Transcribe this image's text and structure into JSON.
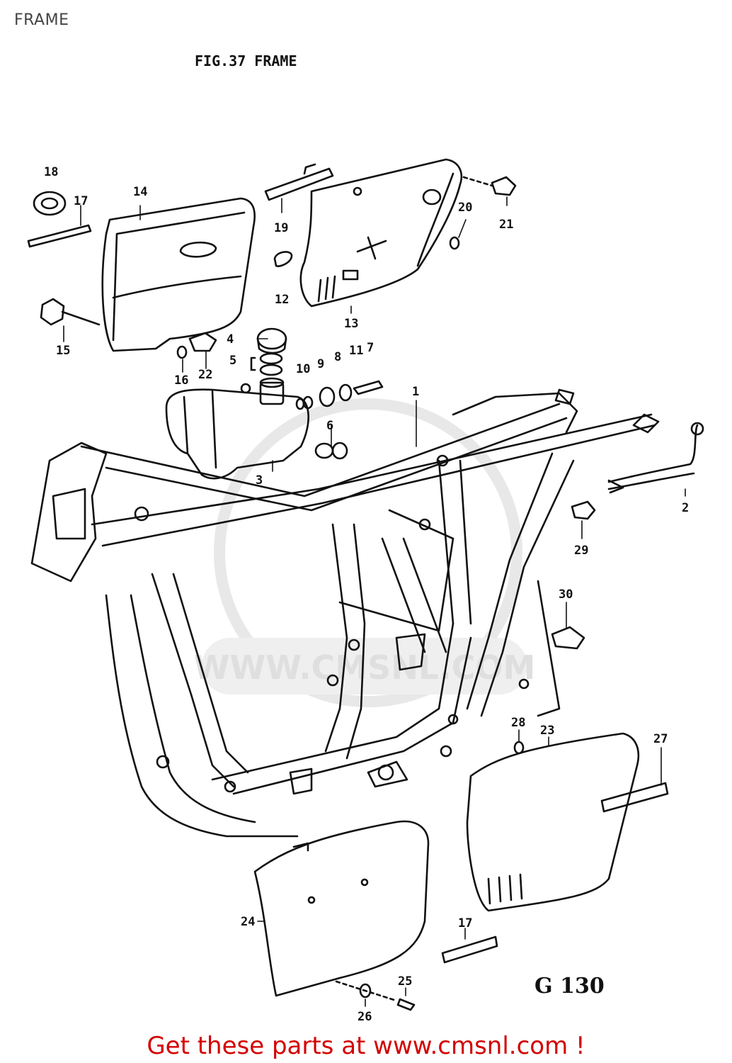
{
  "page": {
    "label": "FRAME"
  },
  "figure": {
    "title": "FIG.37  FRAME",
    "code": "G 130"
  },
  "watermark": {
    "text": "WWW.CMSNL.COM"
  },
  "footer": {
    "link_text": "Get these parts at www.cmsnl.com !"
  },
  "colors": {
    "footer_link": "#d40000",
    "ink": "#111111",
    "watermark": "#dcdcdc"
  },
  "parts": [
    {
      "id": "p1",
      "num": "1"
    },
    {
      "id": "p2",
      "num": "2"
    },
    {
      "id": "p3",
      "num": "3"
    },
    {
      "id": "p4",
      "num": "4"
    },
    {
      "id": "p5",
      "num": "5"
    },
    {
      "id": "p6",
      "num": "6"
    },
    {
      "id": "p7",
      "num": "7"
    },
    {
      "id": "p8",
      "num": "8"
    },
    {
      "id": "p9",
      "num": "9"
    },
    {
      "id": "p10",
      "num": "10"
    },
    {
      "id": "p11",
      "num": "11"
    },
    {
      "id": "p12",
      "num": "12"
    },
    {
      "id": "p13",
      "num": "13"
    },
    {
      "id": "p14",
      "num": "14"
    },
    {
      "id": "p15",
      "num": "15"
    },
    {
      "id": "p16",
      "num": "16"
    },
    {
      "id": "p17a",
      "num": "17"
    },
    {
      "id": "p17b",
      "num": "17"
    },
    {
      "id": "p18",
      "num": "18"
    },
    {
      "id": "p19",
      "num": "19"
    },
    {
      "id": "p20",
      "num": "20"
    },
    {
      "id": "p21",
      "num": "21"
    },
    {
      "id": "p22",
      "num": "22"
    },
    {
      "id": "p23",
      "num": "23"
    },
    {
      "id": "p24",
      "num": "24"
    },
    {
      "id": "p25",
      "num": "25"
    },
    {
      "id": "p26",
      "num": "26"
    },
    {
      "id": "p27",
      "num": "27"
    },
    {
      "id": "p28",
      "num": "28"
    },
    {
      "id": "p29",
      "num": "29"
    },
    {
      "id": "p30",
      "num": "30"
    }
  ]
}
